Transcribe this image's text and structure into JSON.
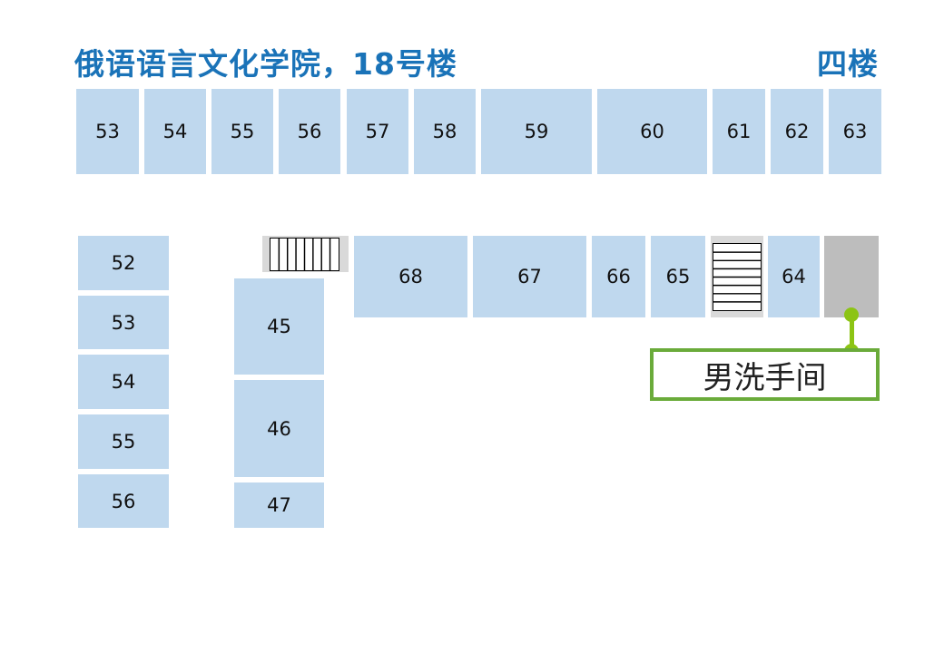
{
  "header": {
    "building_title": "俄语语言文化学院，18号楼",
    "floor_label": "四楼"
  },
  "rooms": {
    "top_row": [
      "53",
      "54",
      "55",
      "56",
      "57",
      "58",
      "59",
      "60",
      "61",
      "62",
      "63"
    ],
    "left_column": [
      "52",
      "53",
      "54",
      "55",
      "56"
    ],
    "middle_column": [
      "45",
      "46",
      "47"
    ],
    "middle_row": [
      "68",
      "67",
      "66",
      "65",
      "64"
    ]
  },
  "labels": {
    "mens_restroom": "男洗手间"
  },
  "colors": {
    "room_fill": "#bfd8ee",
    "title": "#1a73b8",
    "restroom_connector": "#8cc414",
    "restroom_border": "#6aab3a",
    "stairs_background": "#d9d9d9",
    "restroom_block": "#bdbdbd"
  }
}
